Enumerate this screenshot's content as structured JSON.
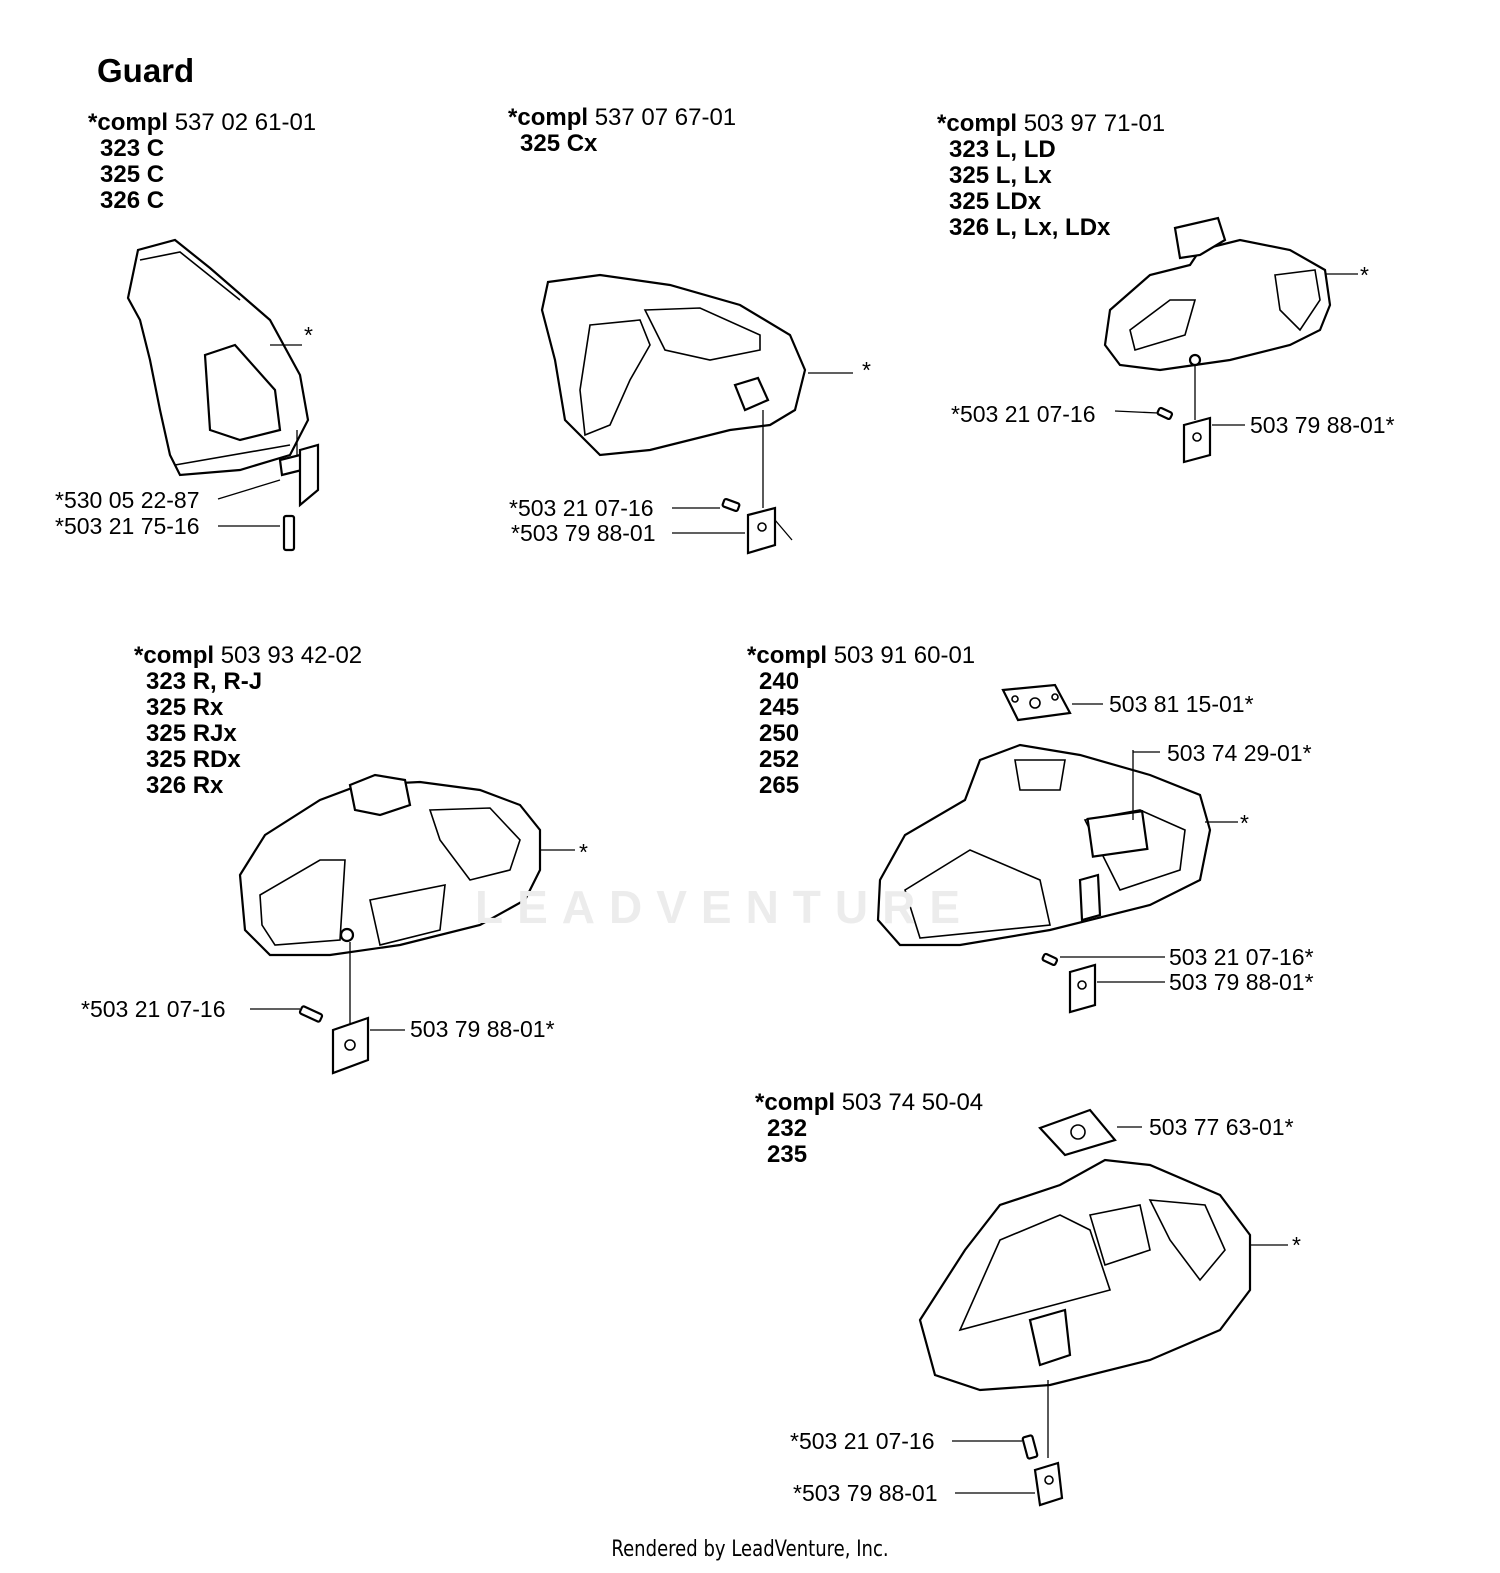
{
  "title": "Guard",
  "watermark": "LEADVENTURE",
  "footer": "Rendered by LeadVenture, Inc.",
  "compl_keyword": "*compl",
  "groups": [
    {
      "part": "537 02 61-01",
      "models": [
        "323 C",
        "325 C",
        "326 C"
      ],
      "callouts": [
        "*",
        "*530 05 22-87",
        "*503 21 75-16"
      ]
    },
    {
      "part": "537 07 67-01",
      "models": [
        "325 Cx"
      ],
      "callouts": [
        "*",
        "*503 21 07-16",
        "*503 79 88-01"
      ]
    },
    {
      "part": "503 97 71-01",
      "models": [
        "323 L, LD",
        "325 L, Lx",
        "325 LDx",
        "326 L, Lx, LDx"
      ],
      "callouts": [
        "*",
        "*503 21 07-16",
        "503 79 88-01*"
      ]
    },
    {
      "part": "503 93 42-02",
      "models": [
        "323 R, R-J",
        "325 Rx",
        "325 RJx",
        "325 RDx",
        "326 Rx"
      ],
      "callouts": [
        "*",
        "*503 21 07-16",
        "503 79 88-01*"
      ]
    },
    {
      "part": "503 91 60-01",
      "models": [
        "240",
        "245",
        "250",
        "252",
        "265"
      ],
      "callouts": [
        "503 81 15-01*",
        "503 74 29-01*",
        "*",
        "503 21 07-16*",
        "503 79 88-01*"
      ]
    },
    {
      "part": "503 74 50-04",
      "models": [
        "232",
        "235"
      ],
      "callouts": [
        "503 77 63-01*",
        "*",
        "*503 21 07-16",
        "*503 79 88-01"
      ]
    }
  ]
}
